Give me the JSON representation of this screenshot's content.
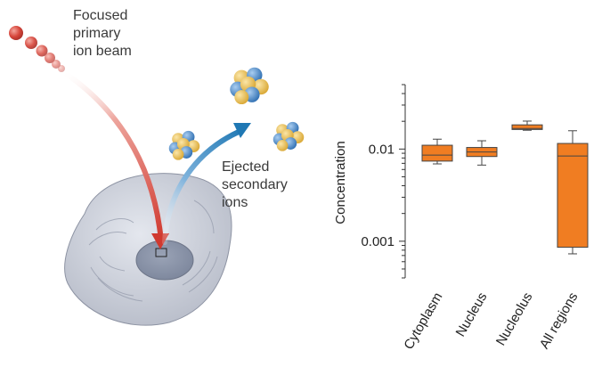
{
  "labels": {
    "primary_beam": [
      "Focused",
      "primary",
      "ion beam"
    ],
    "secondary_ions": [
      "Ejected",
      "secondary",
      "ions"
    ]
  },
  "colors": {
    "beam_red": "#d64a3f",
    "secondary_blue": "#1f78b4",
    "box_fill": "#f07d22",
    "cell_gray": "#c8ccd6",
    "atom_blue": "#4f8fcf",
    "atom_yellow": "#ecc45a"
  },
  "icons": {
    "ion_cluster": "ion-cluster-icon",
    "cell": "cell-illustration"
  },
  "chart_data": {
    "type": "box",
    "categories": [
      "Cytoplasm",
      "Nucleus",
      "Nucleolus",
      "All regions"
    ],
    "ylabel": "Concentration",
    "xlabel": "",
    "title": "",
    "yscale": "log",
    "ylim": [
      0.0004,
      0.05
    ],
    "yticks": [
      {
        "value": 0.01,
        "label": "0.01"
      },
      {
        "value": 0.001,
        "label": "0.001"
      }
    ],
    "series": [
      {
        "category": "Cytoplasm",
        "min": 0.0069,
        "q1": 0.0074,
        "median": 0.0086,
        "q3": 0.011,
        "max": 0.0128
      },
      {
        "category": "Nucleus",
        "min": 0.0067,
        "q1": 0.0083,
        "median": 0.0093,
        "q3": 0.0104,
        "max": 0.0123
      },
      {
        "category": "Nucleolus",
        "min": 0.016,
        "q1": 0.0163,
        "median": 0.0167,
        "q3": 0.0183,
        "max": 0.0201
      },
      {
        "category": "All regions",
        "min": 0.00073,
        "q1": 0.00086,
        "median": 0.0084,
        "q3": 0.0115,
        "max": 0.0158
      }
    ]
  }
}
